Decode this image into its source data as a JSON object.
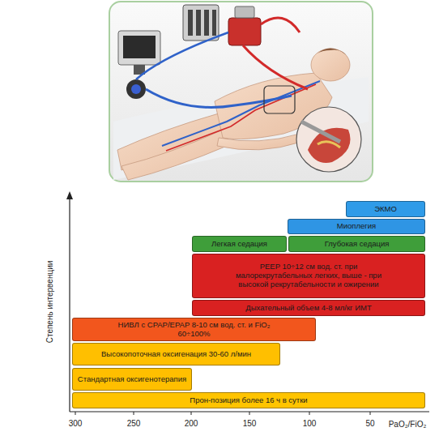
{
  "diagram": {
    "nodes": [
      {
        "text": [
          "ЭКМО"
        ]
      },
      {
        "text": [
          "Миоплегия"
        ]
      },
      {
        "text": [
          "Легкая седация"
        ]
      },
      {
        "text": [
          "Глубокая седация"
        ]
      },
      {
        "text": [
          "PEEP 10÷12 см вод. ст. при малорекрутабельных легких, выше - при высокой рекрутабельности и ожирении"
        ]
      },
      {
        "text": [
          "Дыхательный объем 4-8 мл/кг ИМТ"
        ]
      },
      {
        "text": [
          "НИВЛ с CPAP/EPAP 8-10 см вод. ст. и FiO₂ 60÷100%"
        ]
      },
      {
        "text": [
          "Высокопоточная оксигенация 30-60 л/мин"
        ]
      },
      {
        "text": [
          "Стандартная оксигенотерапия"
        ]
      },
      {
        "text": [
          "Прон-позиция более 16 ч в сутки"
        ]
      }
    ],
    "labels": [
      "Степень интервенции",
      "300",
      "250",
      "200",
      "150",
      "100",
      "50",
      "PaO₂/FiO₂"
    ]
  }
}
